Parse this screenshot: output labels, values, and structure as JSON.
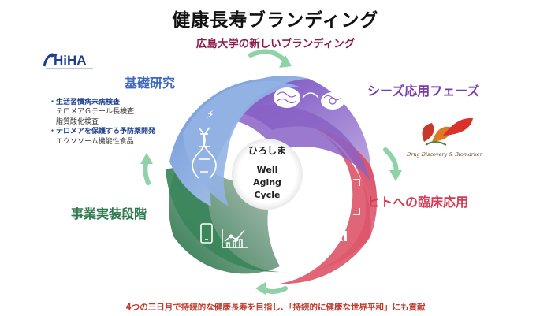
{
  "title": "健康長寿ブランディング",
  "subtitle": "広島大学の新しいブランディング",
  "logo_left": {
    "text": "HiHA"
  },
  "logo_right": {
    "text": "Drug Discovery & Biomarker"
  },
  "phases": {
    "basic_research": "基礎研究",
    "seeds_application": "シーズ応用フェーズ",
    "clinical_application": "ヒトへの臨床応用",
    "business_implementation": "事業実装段階"
  },
  "research_list": [
    {
      "text": "・生活習慣病未病検査",
      "highlight": true
    },
    {
      "text": "　テロメアＧテール長検査",
      "highlight": false
    },
    {
      "text": "　脂質酸化検査",
      "highlight": false
    },
    {
      "text": "・テロメアを保護する予防薬開発",
      "highlight": true
    },
    {
      "text": "　エクソソーム機能性食品",
      "highlight": false
    }
  ],
  "center": {
    "line1": "ひろしま",
    "line2": "Well",
    "line3": "Aging",
    "line4": "Cycle"
  },
  "center_badge": "AI",
  "footer": "4つの三日月で持続的な健康長寿を目指し、「持続的に健康な世界平和」にも貢献",
  "colors": {
    "blue": "#8fb0e2",
    "purple": "#8a5cc7",
    "red": "#e2788a",
    "green": "#3e8a60",
    "arrow": "#8fd1a8"
  },
  "icons": [
    "hiha-logo-icon",
    "dna-icon",
    "brain-icon",
    "brain-gear-icon",
    "human-scan-icon",
    "ai-badge-icon",
    "smartphone-icon",
    "chart-icon",
    "drug-discovery-logo-icon"
  ]
}
